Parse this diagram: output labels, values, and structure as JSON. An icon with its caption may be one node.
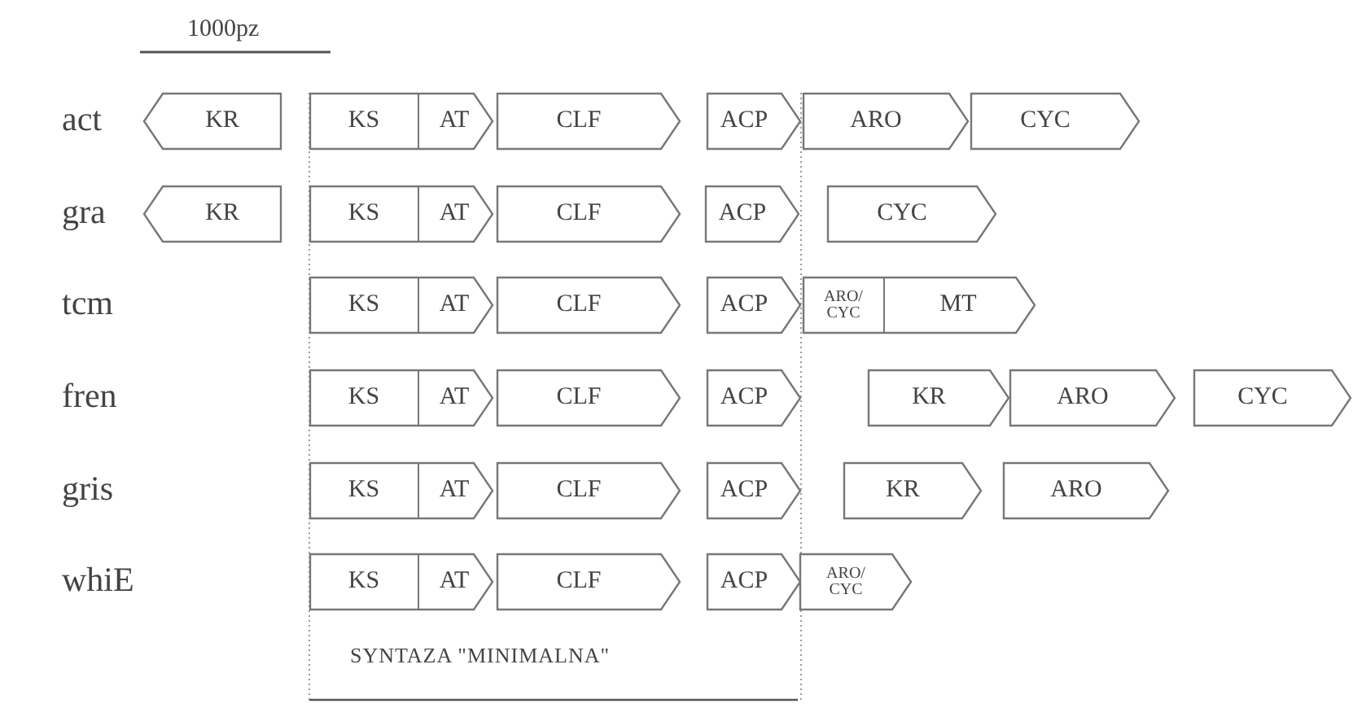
{
  "diagram": {
    "nodes": [
      {
        "text": [
          "KR"
        ]
      },
      {
        "text": [
          "KS",
          "AT"
        ]
      },
      {
        "text": [
          "CLF"
        ]
      },
      {
        "text": [
          "ACP"
        ]
      },
      {
        "text": [
          "ARO"
        ]
      },
      {
        "text": [
          "CYC"
        ]
      },
      {
        "text": [
          "KR"
        ]
      },
      {
        "text": [
          "KS",
          "AT"
        ]
      },
      {
        "text": [
          "CLF"
        ]
      },
      {
        "text": [
          "ACP"
        ]
      },
      {
        "text": [
          "CYC"
        ]
      },
      {
        "text": [
          "KS",
          "AT"
        ]
      },
      {
        "text": [
          "CLF"
        ]
      },
      {
        "text": [
          "ACP"
        ]
      },
      {
        "text": [
          "ARO/ CYC",
          "MT"
        ]
      },
      {
        "text": [
          "KS",
          "AT"
        ]
      },
      {
        "text": [
          "CLF"
        ]
      },
      {
        "text": [
          "ACP"
        ]
      },
      {
        "text": [
          "KR"
        ]
      },
      {
        "text": [
          "ARO"
        ]
      },
      {
        "text": [
          "CYC"
        ]
      },
      {
        "text": [
          "KS",
          "AT"
        ]
      },
      {
        "text": [
          "CLF"
        ]
      },
      {
        "text": [
          "ACP"
        ]
      },
      {
        "text": [
          "KR"
        ]
      },
      {
        "text": [
          "ARO"
        ]
      },
      {
        "text": [
          "KS",
          "AT"
        ]
      },
      {
        "text": [
          "CLF"
        ]
      },
      {
        "text": [
          "ACP"
        ]
      },
      {
        "text": [
          "ARO/ CYC"
        ]
      }
    ],
    "labels": [
      "1000pz",
      "act",
      "gra",
      "tcm",
      "fren",
      "gris",
      "whiE",
      "SYNTAZA \"MINIMALNA\""
    ]
  }
}
